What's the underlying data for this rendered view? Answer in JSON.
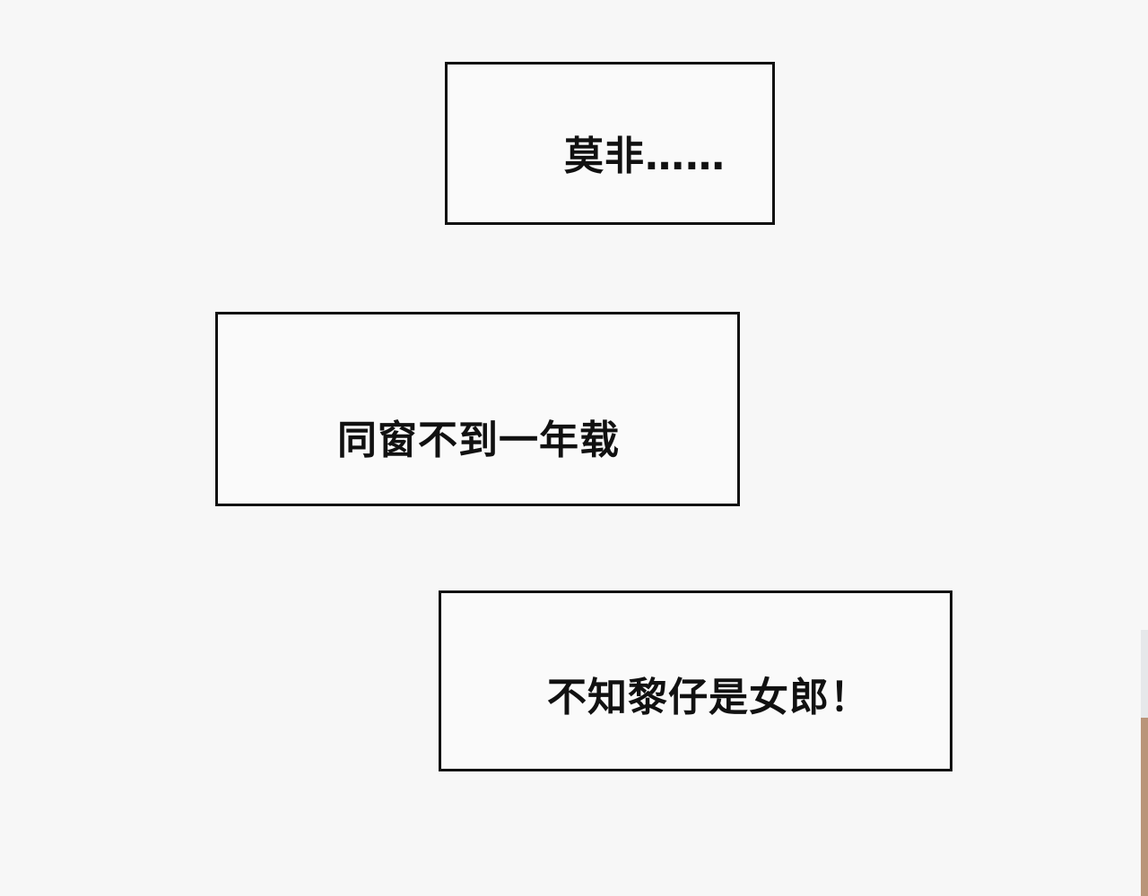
{
  "captions": [
    {
      "text": "莫非……"
    },
    {
      "text": "同窗不到一年载"
    },
    {
      "text": "不知黎仔是女郎！"
    }
  ],
  "colors": {
    "background": "#f7f7f7",
    "border": "#111111",
    "edge_art": "#b9957a"
  }
}
